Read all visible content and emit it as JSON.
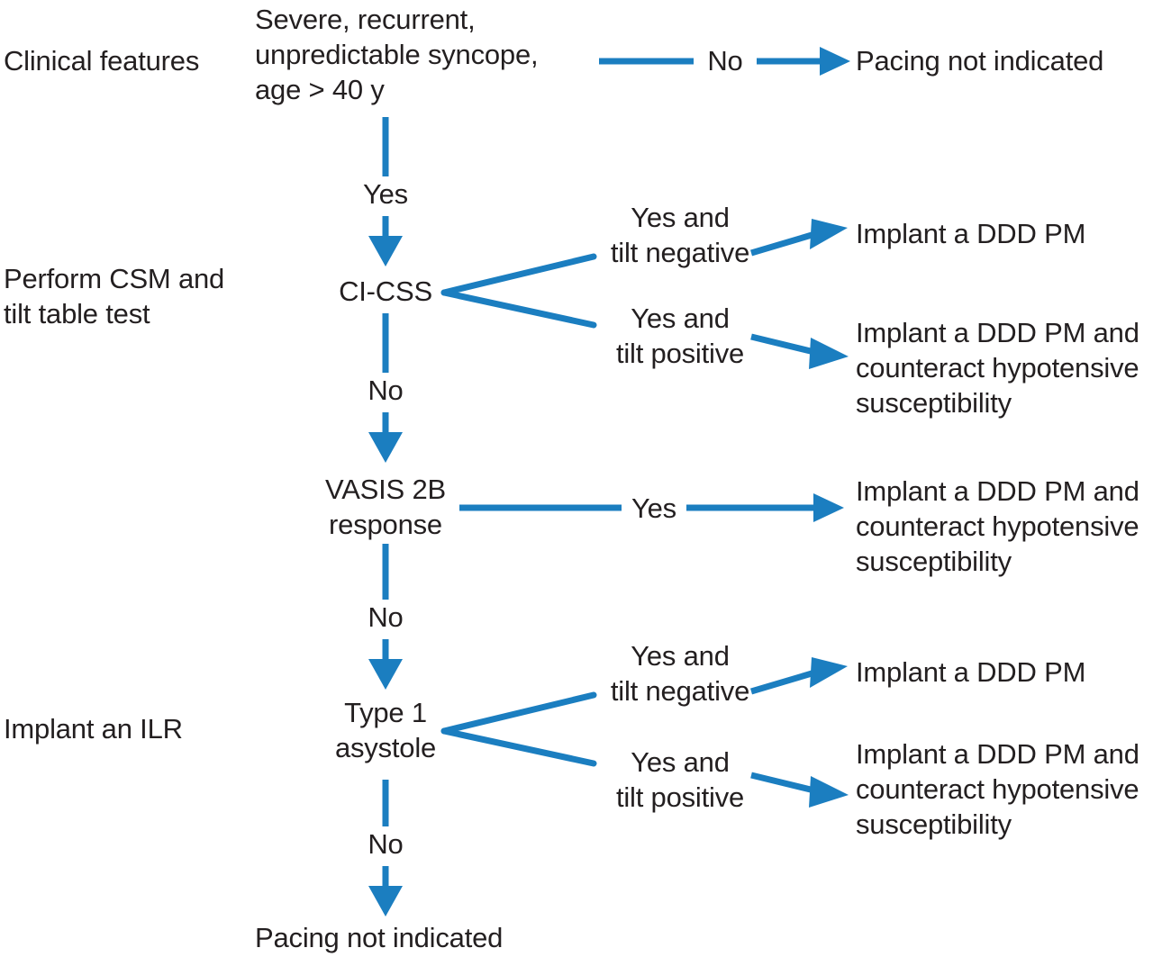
{
  "figure": {
    "type": "flowchart",
    "accent_color": "#1b7ec0",
    "text_color": "#231f20",
    "background": "#ffffff"
  },
  "stage_labels": [
    {
      "id": "stage-clinical-features",
      "text": "Clinical features"
    },
    {
      "id": "stage-csm-tilt",
      "text": "Perform CSM and\ntilt table test"
    },
    {
      "id": "stage-ilr",
      "text": "Implant an ILR"
    }
  ],
  "nodes": [
    {
      "id": "node-clinical-criteria",
      "text": "Severe, recurrent,\nunpredictable syncope,\nage > 40 y"
    },
    {
      "id": "node-ci-css",
      "text": "CI-CSS"
    },
    {
      "id": "node-vasis-2b",
      "text": "VASIS 2B\nresponse"
    },
    {
      "id": "node-type-1-asystole",
      "text": "Type 1\nasystole"
    },
    {
      "id": "node-pacing-not-indicated-bottom",
      "text": "Pacing not indicated"
    }
  ],
  "edge_labels": [
    {
      "id": "edge-label-no-top",
      "text": "No"
    },
    {
      "id": "edge-label-yes-to-cicss",
      "text": "Yes"
    },
    {
      "id": "edge-label-cicss-tilt-negative",
      "text": "Yes and\ntilt negative"
    },
    {
      "id": "edge-label-cicss-tilt-positive",
      "text": "Yes and\ntilt positive"
    },
    {
      "id": "edge-label-no-to-vasis",
      "text": "No"
    },
    {
      "id": "edge-label-yes-vasis",
      "text": "Yes"
    },
    {
      "id": "edge-label-no-to-asystole",
      "text": "No"
    },
    {
      "id": "edge-label-asystole-tilt-negative",
      "text": "Yes and\ntilt negative"
    },
    {
      "id": "edge-label-asystole-tilt-positive",
      "text": "Yes and\ntilt positive"
    },
    {
      "id": "edge-label-no-bottom",
      "text": "No"
    }
  ],
  "outcomes": [
    {
      "id": "outcome-pacing-not-indicated-top",
      "text": "Pacing not indicated"
    },
    {
      "id": "outcome-ddd-pm-cicss",
      "text": "Implant a DDD PM"
    },
    {
      "id": "outcome-ddd-pm-counteract-cicss",
      "text": "Implant a DDD PM and\ncounteract hypotensive\nsusceptibility"
    },
    {
      "id": "outcome-ddd-pm-counteract-vasis",
      "text": "Implant a DDD PM and\ncounteract hypotensive\nsusceptibility"
    },
    {
      "id": "outcome-ddd-pm-asystole",
      "text": "Implant a DDD PM"
    },
    {
      "id": "outcome-ddd-pm-counteract-asystole",
      "text": "Implant a DDD PM and\ncounteract hypotensive\nsusceptibility"
    }
  ]
}
